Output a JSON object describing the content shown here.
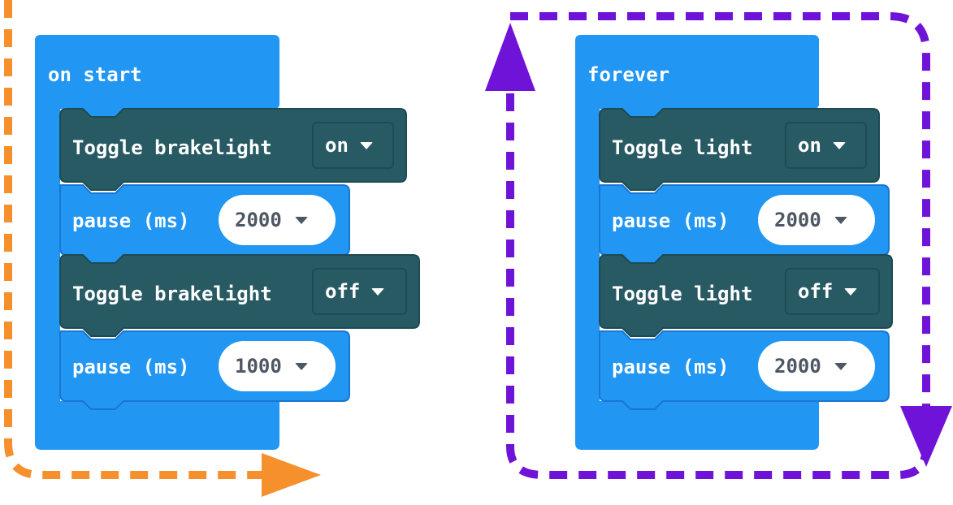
{
  "colors": {
    "event_block": "#2196f3",
    "custom_block": "#285a64",
    "start_arrow": "#f5902d",
    "loop_arrow": "#6f13d8"
  },
  "start_group": {
    "event_label": "on start",
    "blocks": [
      {
        "label": "Toggle brakelight",
        "value": "on"
      },
      {
        "label": "pause (ms)",
        "value": "2000"
      },
      {
        "label": "Toggle brakelight",
        "value": "off"
      },
      {
        "label": "pause (ms)",
        "value": "1000"
      }
    ]
  },
  "forever_group": {
    "event_label": "forever",
    "blocks": [
      {
        "label": "Toggle light",
        "value": "on"
      },
      {
        "label": "pause (ms)",
        "value": "2000"
      },
      {
        "label": "Toggle light",
        "value": "off"
      },
      {
        "label": "pause (ms)",
        "value": "2000"
      }
    ]
  },
  "icons": [
    "dropdown-caret-icon",
    "start-flow-arrow",
    "loop-flow-arrow"
  ]
}
